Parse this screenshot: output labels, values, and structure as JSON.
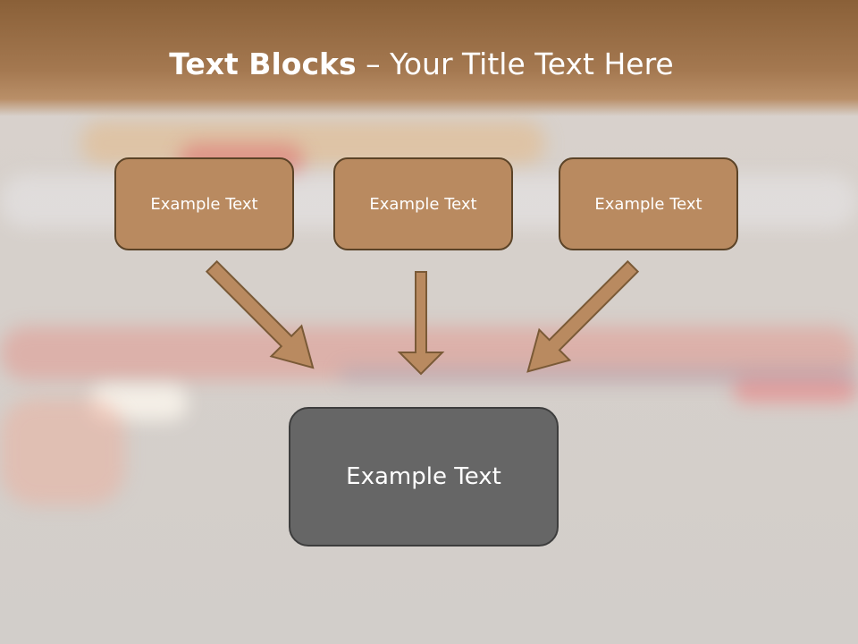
{
  "slide": {
    "title_bold": "Text Blocks",
    "title_dash": "–",
    "title_rest": "Your Title Text Here"
  },
  "diagram": {
    "top_boxes": [
      {
        "label": "Example Text"
      },
      {
        "label": "Example Text"
      },
      {
        "label": "Example Text"
      }
    ],
    "bottom_box": {
      "label": "Example Text"
    }
  },
  "colors": {
    "title_band": "#8a6038",
    "box_fill": "#b98a60",
    "box_border": "#5b4327",
    "bottom_fill": "#666666",
    "arrow_fill": "#b98a60"
  }
}
